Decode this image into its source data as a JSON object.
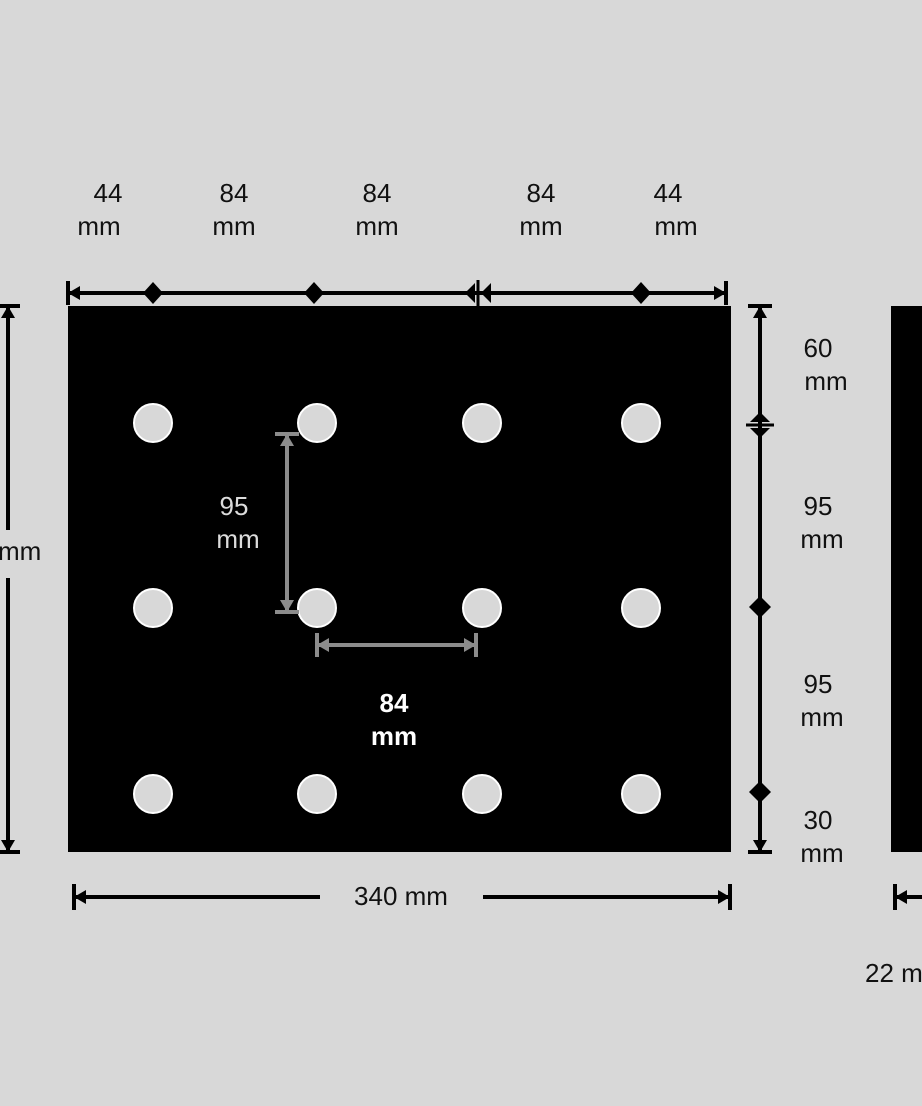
{
  "colors": {
    "background": "#d8d8d8",
    "plate": "#000000",
    "hole": "#d8d8d8",
    "dimension_line": "#000000",
    "inner_dimension_line": "#8c8c8c"
  },
  "top_dimensions": [
    {
      "value": "44",
      "unit": "mm"
    },
    {
      "value": "84",
      "unit": "mm"
    },
    {
      "value": "84",
      "unit": "mm"
    },
    {
      "value": "84",
      "unit": "mm"
    },
    {
      "value": "44",
      "unit": "mm"
    }
  ],
  "right_dimensions": [
    {
      "value": "60",
      "unit": "mm"
    },
    {
      "value": "95",
      "unit": "mm"
    },
    {
      "value": "95",
      "unit": "mm"
    },
    {
      "value": "30",
      "unit": "mm"
    }
  ],
  "width_label": "340 mm",
  "height_label_partial": "mm",
  "thickness_label_partial": "22 m",
  "inner_vertical": {
    "value": "95",
    "unit": "mm"
  },
  "inner_horizontal": {
    "value": "84",
    "unit": "mm"
  },
  "hole_grid": {
    "rows": 3,
    "columns": 4
  }
}
